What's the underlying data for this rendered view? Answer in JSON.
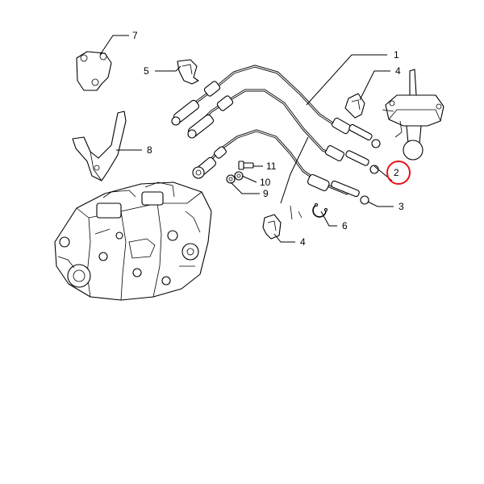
{
  "callouts": [
    {
      "id": "1",
      "label": "1"
    },
    {
      "id": "2",
      "label": "2",
      "highlighted": true
    },
    {
      "id": "3",
      "label": "3"
    },
    {
      "id": "4a",
      "label": "4"
    },
    {
      "id": "4b",
      "label": "4"
    },
    {
      "id": "5",
      "label": "5"
    },
    {
      "id": "6",
      "label": "6"
    },
    {
      "id": "7",
      "label": "7"
    },
    {
      "id": "8",
      "label": "8"
    },
    {
      "id": "9",
      "label": "9"
    },
    {
      "id": "10",
      "label": "10"
    },
    {
      "id": "11",
      "label": "11"
    }
  ],
  "colors": {
    "line": "#000000",
    "background": "#ffffff",
    "highlight_circle": "#e8141b"
  }
}
